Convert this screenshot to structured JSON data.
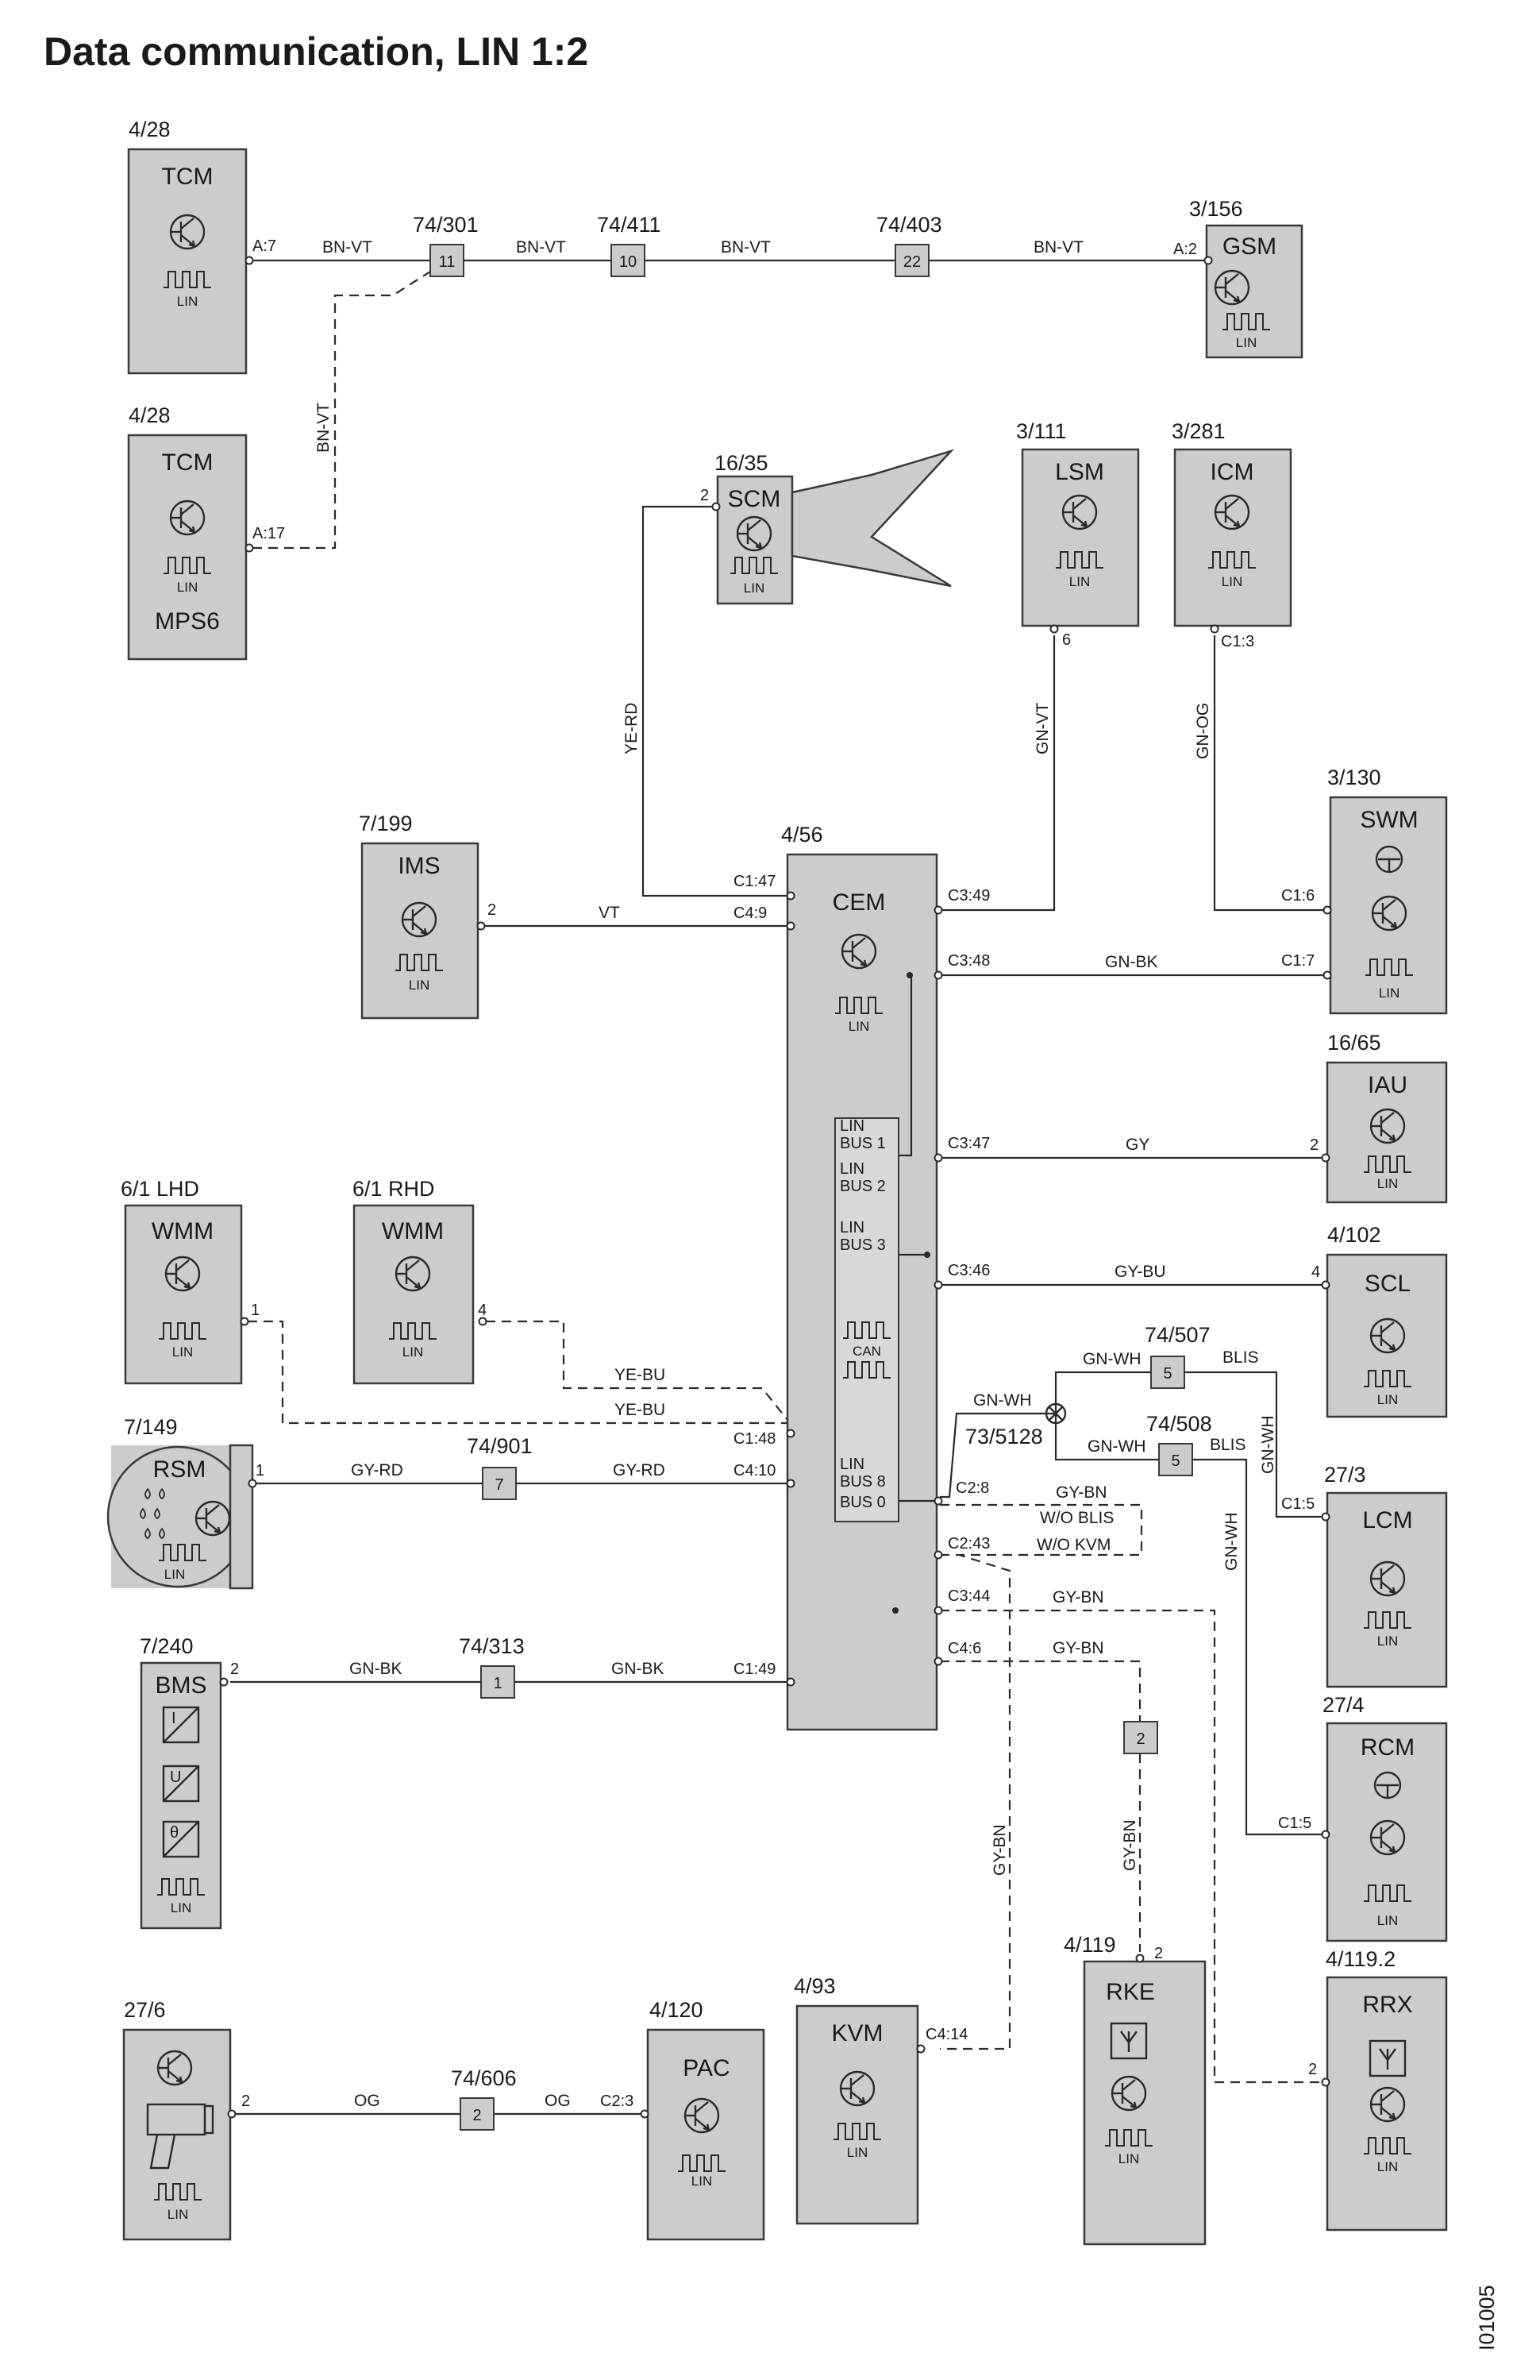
{
  "title": "Data communication, LIN 1:2",
  "figure_id": "I01005",
  "components": {
    "tcm1": {
      "ref": "4/28",
      "name": "TCM",
      "lin": "LIN",
      "pin": "A:7"
    },
    "tcm2": {
      "ref": "4/28",
      "name": "TCM",
      "lin": "LIN",
      "sub": "MPS6",
      "pin": "A:17"
    },
    "gsm": {
      "ref": "3/156",
      "name": "GSM",
      "lin": "LIN",
      "pin": "A:2"
    },
    "scm": {
      "ref": "16/35",
      "name": "SCM",
      "lin": "LIN",
      "pin": "2"
    },
    "lsm": {
      "ref": "3/111",
      "name": "LSM",
      "lin": "LIN",
      "pin": "6"
    },
    "icm": {
      "ref": "3/281",
      "name": "ICM",
      "lin": "LIN",
      "pin": "C1:3"
    },
    "swm": {
      "ref": "3/130",
      "name": "SWM",
      "lin": "LIN",
      "pin1": "C1:6",
      "pin2": "C1:7"
    },
    "ims": {
      "ref": "7/199",
      "name": "IMS",
      "lin": "LIN",
      "pin": "2"
    },
    "cem": {
      "ref": "4/56",
      "name": "CEM",
      "lin": "LIN",
      "pins_left": [
        "C1:47",
        "C4:9",
        "C1:48",
        "C4:10",
        "C1:49"
      ],
      "pins_right": [
        "C3:49",
        "C3:48",
        "C3:47",
        "C3:46",
        "C2:8",
        "C2:43",
        "C3:44",
        "C4:6"
      ],
      "bus_lin1": "LIN",
      "bus1": "BUS 1",
      "bus_lin2": "LIN",
      "bus2": "BUS 2",
      "bus_lin3": "LIN",
      "bus3": "BUS 3",
      "can": "CAN",
      "bus_lin8": "LIN",
      "bus8": "BUS 8",
      "bus0": "BUS 0"
    },
    "iau": {
      "ref": "16/65",
      "name": "IAU",
      "lin": "LIN",
      "pin": "2"
    },
    "scl": {
      "ref": "4/102",
      "name": "SCL",
      "lin": "LIN",
      "pin": "4"
    },
    "wmm_lhd": {
      "ref": "6/1   LHD",
      "name": "WMM",
      "lin": "LIN",
      "pin": "1"
    },
    "wmm_rhd": {
      "ref": "6/1   RHD",
      "name": "WMM",
      "lin": "LIN",
      "pin": "4"
    },
    "rsm": {
      "ref": "7/149",
      "name": "RSM",
      "lin": "LIN",
      "pin": "1"
    },
    "lcm": {
      "ref": "27/3",
      "name": "LCM",
      "lin": "LIN",
      "pin": "C1:5"
    },
    "bms": {
      "ref": "7/240",
      "name": "BMS",
      "lin": "LIN",
      "pin": "2",
      "sym_i": "I",
      "sym_u": "U",
      "sym_t": "θ"
    },
    "rcm": {
      "ref": "27/4",
      "name": "RCM",
      "lin": "LIN",
      "pin": "C1:5"
    },
    "heater": {
      "ref": "27/6",
      "lin": "LIN",
      "pin": "2"
    },
    "pac": {
      "ref": "4/120",
      "name": "PAC",
      "lin": "LIN",
      "pin": "C2:3"
    },
    "kvm": {
      "ref": "4/93",
      "name": "KVM",
      "lin": "LIN",
      "pin": "C4:14"
    },
    "rke": {
      "ref": "4/119",
      "name": "RKE",
      "lin": "LIN",
      "pin": "2"
    },
    "rrx": {
      "ref": "4/119.2",
      "name": "RRX",
      "lin": "LIN",
      "pin": "2"
    }
  },
  "connectors": {
    "c74_301": {
      "ref": "74/301",
      "num": "11"
    },
    "c74_411": {
      "ref": "74/411",
      "num": "10"
    },
    "c74_403": {
      "ref": "74/403",
      "num": "22"
    },
    "c74_507": {
      "ref": "74/507",
      "num": "5"
    },
    "c74_508": {
      "ref": "74/508",
      "num": "5"
    },
    "c73_5128": {
      "ref": "73/5128"
    },
    "c74_901": {
      "ref": "74/901",
      "num": "7"
    },
    "c74_313": {
      "ref": "74/313",
      "num": "1"
    },
    "c74_606": {
      "ref": "74/606",
      "num": "2"
    },
    "c_rke": {
      "num": "2"
    }
  },
  "wires": {
    "bn_vt": "BN-VT",
    "ye_rd": "YE-RD",
    "vt": "VT",
    "gn_vt": "GN-VT",
    "gn_og": "GN-OG",
    "gn_bk": "GN-BK",
    "gy": "GY",
    "gy_bu": "GY-BU",
    "ye_bu": "YE-BU",
    "gy_rd": "GY-RD",
    "gn_wh": "GN-WH",
    "blis": "BLIS",
    "gy_bn": "GY-BN",
    "wo_blis": "W/O BLIS",
    "wo_kvm": "W/O KVM",
    "og": "OG"
  },
  "colors": {
    "box_fill": "#cccccc",
    "line": "#2a2a2a",
    "background": "#ffffff"
  }
}
